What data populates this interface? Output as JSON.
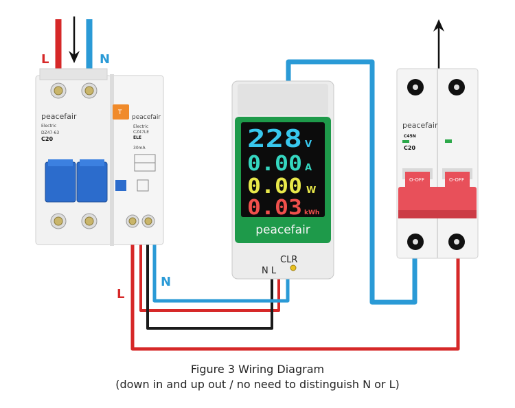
{
  "caption": {
    "line1": "Figure 3 Wiring Diagram",
    "line2": "(down in and up out / no need to distinguish N or L)"
  },
  "labels": {
    "input_live": "L",
    "input_neutral": "N",
    "output_live": "L",
    "output_neutral": "N"
  },
  "rcbo": {
    "brand": "peacefair",
    "brand_right": "peacefair",
    "model_left": "DZ47-63",
    "rating_left": "C20",
    "sub_left": "Electric",
    "model_right": "CZ47LE",
    "sub_right": "Electric",
    "ele_label": "ELE",
    "ma_label": "30mA",
    "test_label": "T"
  },
  "meter": {
    "voltage": "228",
    "voltage_unit": "V",
    "current": "0.00",
    "current_unit": "A",
    "power": "0.00",
    "power_unit": "W",
    "energy": "0.03",
    "energy_unit": "kWh",
    "brand": "peacefair",
    "clr_label": "CLR",
    "terminal_labels": "N L"
  },
  "breaker": {
    "brand": "peacefair",
    "model": "C45N",
    "rating": "C20",
    "off_label_left": "O-OFF",
    "off_label_right": "O-OFF"
  },
  "colors": {
    "live_wire": "#d62828",
    "neutral_wire": "#2a9ad6",
    "black_wire": "#1a1a1a",
    "voltage_digits": "#38c8ee",
    "current_digits": "#35d6c0",
    "power_digits": "#e8e84a",
    "energy_digits": "#f0504c",
    "display_bg": "#0c0c0c",
    "display_frame": "#1e9a4a",
    "breaker_handle": "#e8505a",
    "rcbo_handle": "#2c6ccc"
  }
}
